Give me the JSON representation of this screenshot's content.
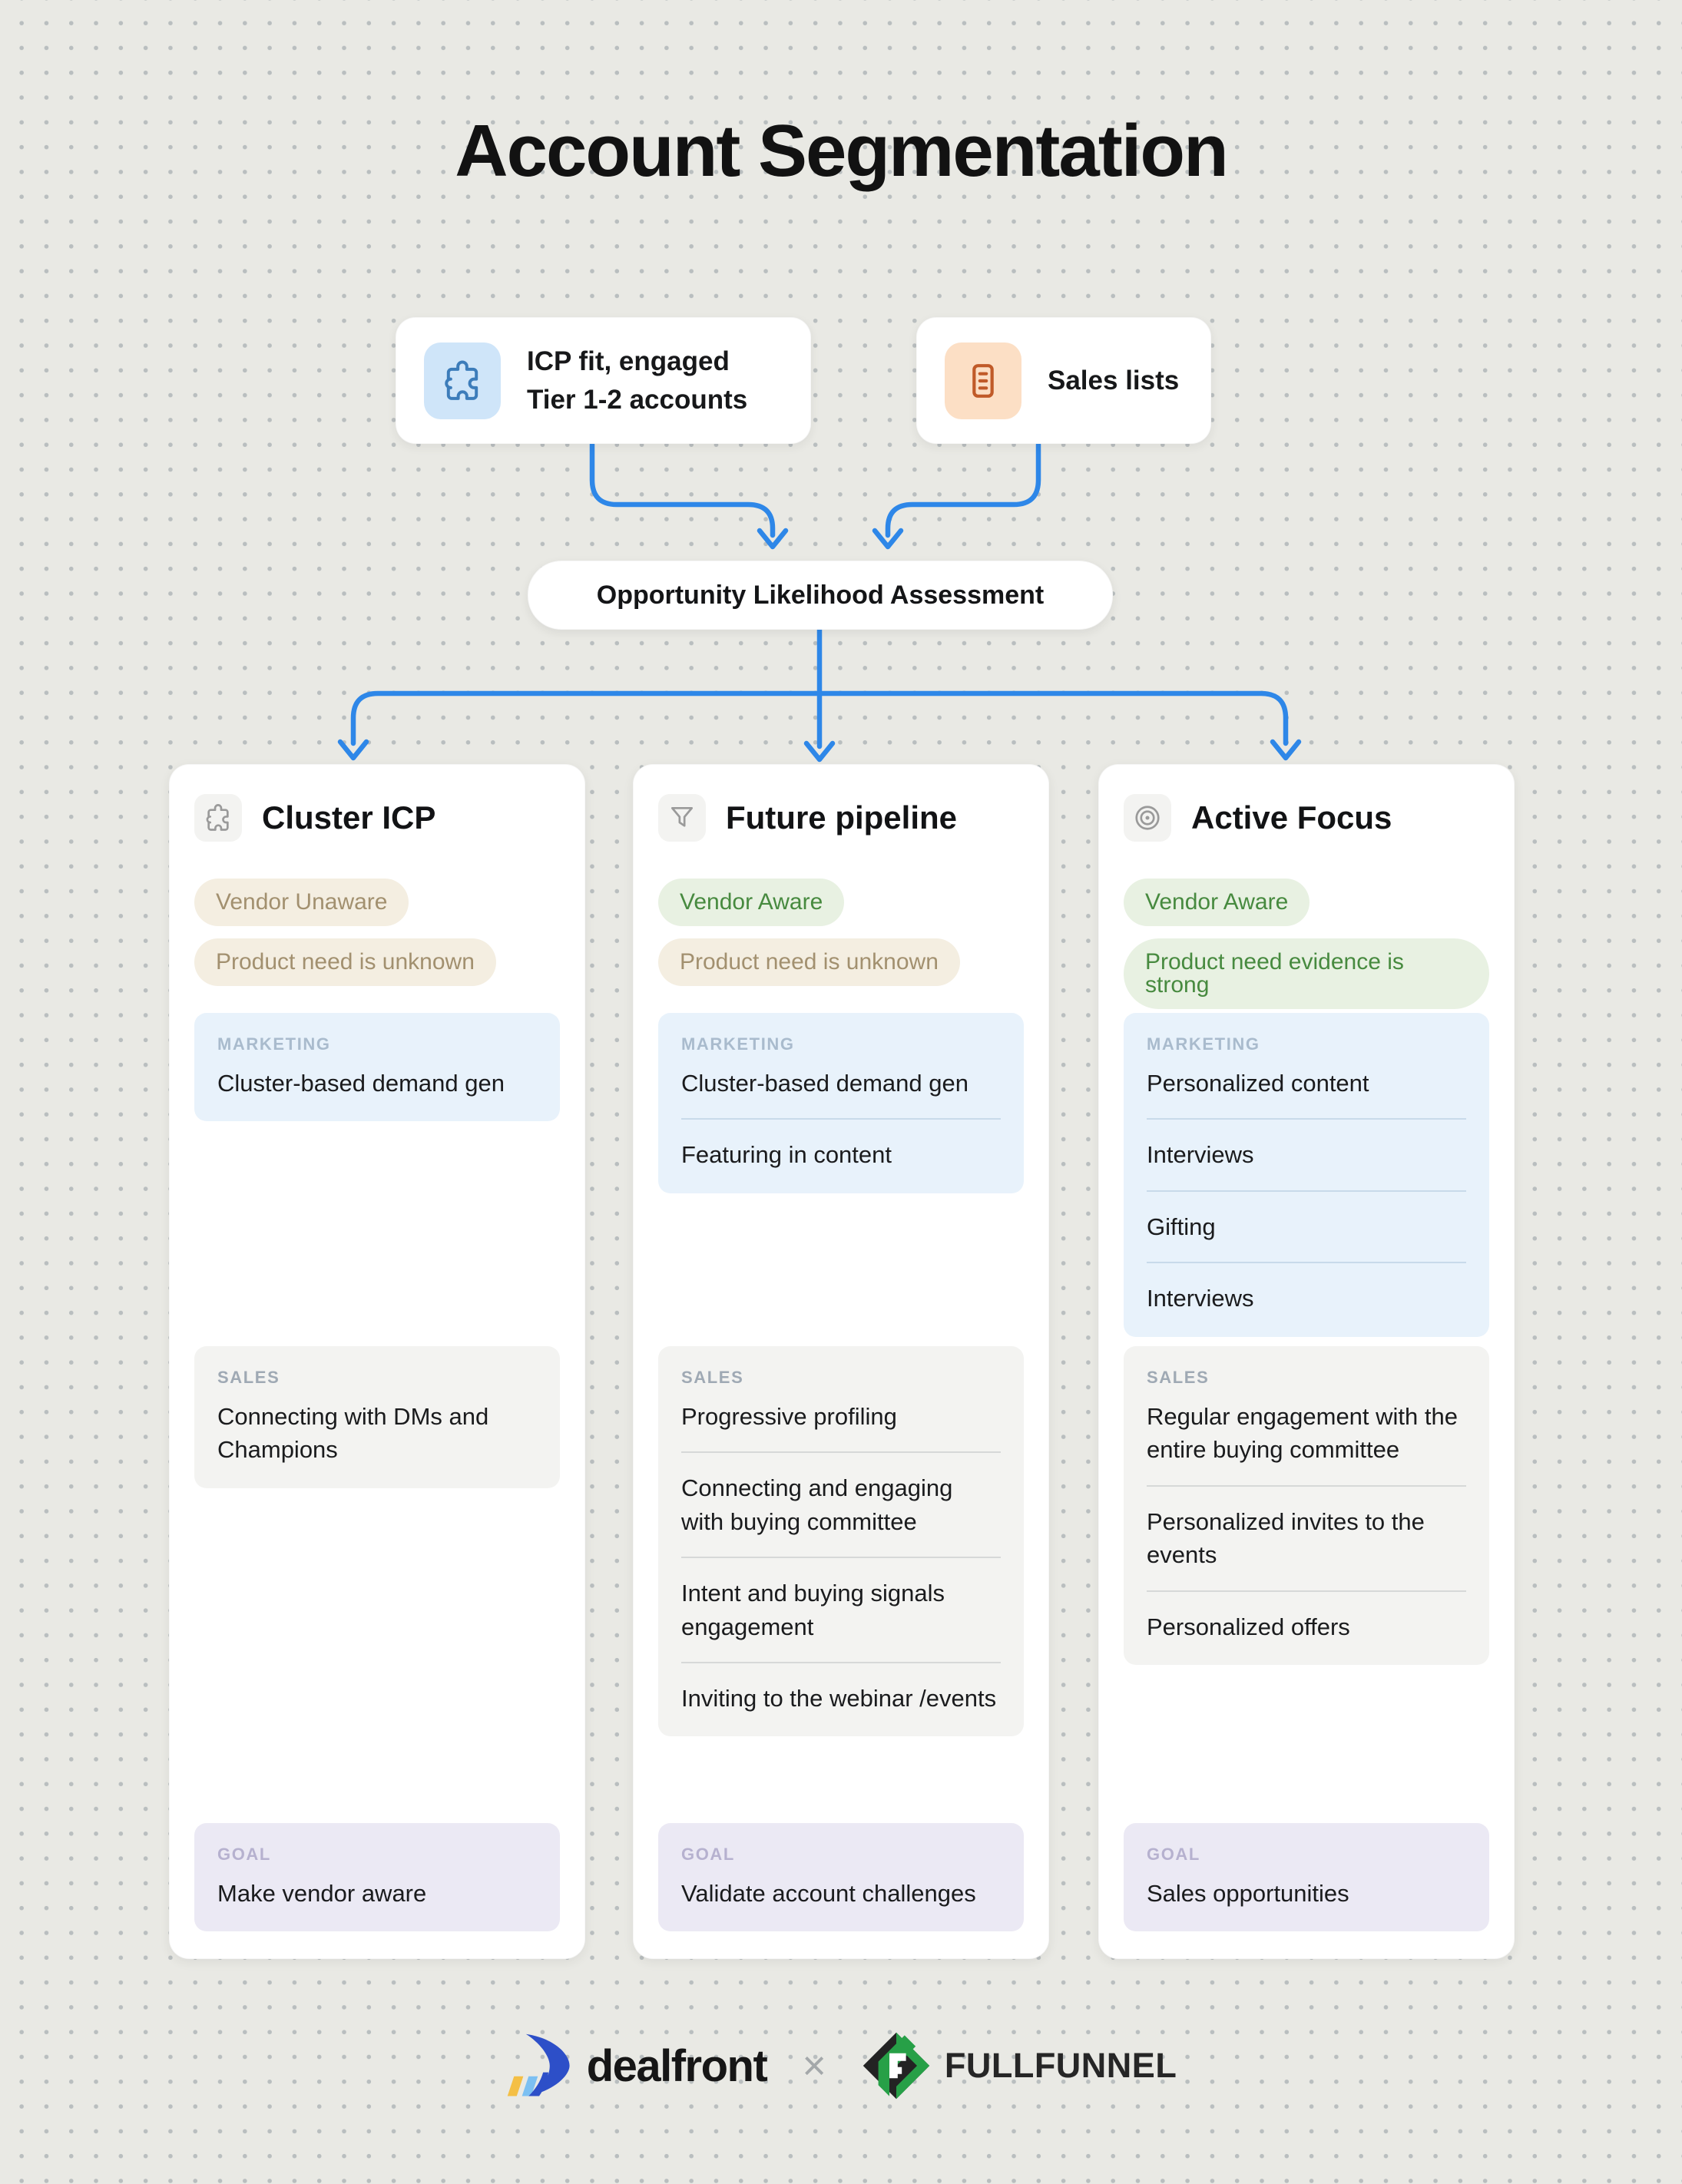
{
  "page": {
    "title": "Account Segmentation"
  },
  "sources": [
    {
      "label": "ICP fit, engaged\nTier 1-2 accounts",
      "icon": "puzzle-icon"
    },
    {
      "label": "Sales lists",
      "icon": "sales-list-icon"
    }
  ],
  "assessment": {
    "label": "Opportunity Likelihood Assessment"
  },
  "columns": [
    {
      "title": "Cluster ICP",
      "icon": "puzzle-icon",
      "badges": [
        {
          "text": "Vendor Unaware",
          "style": "beige"
        },
        {
          "text": "Product need is unknown",
          "style": "beige"
        }
      ],
      "marketing": {
        "label": "MARKETING",
        "items": [
          "Cluster-based demand gen"
        ]
      },
      "sales": {
        "label": "SALES",
        "items": [
          "Connecting with DMs and Champions"
        ]
      },
      "goal": {
        "label": "GOAL",
        "items": [
          "Make vendor aware"
        ]
      }
    },
    {
      "title": "Future pipeline",
      "icon": "funnel-icon",
      "badges": [
        {
          "text": "Vendor Aware",
          "style": "green"
        },
        {
          "text": "Product need is unknown",
          "style": "beige"
        }
      ],
      "marketing": {
        "label": "MARKETING",
        "items": [
          "Cluster-based demand gen",
          "Featuring in content"
        ]
      },
      "sales": {
        "label": "SALES",
        "items": [
          "Progressive profiling",
          "Connecting and engaging with buying committee",
          "Intent and buying signals engagement",
          "Inviting to the webinar /events"
        ]
      },
      "goal": {
        "label": "GOAL",
        "items": [
          "Validate account challenges"
        ]
      }
    },
    {
      "title": "Active Focus",
      "icon": "target-icon",
      "badges": [
        {
          "text": "Vendor Aware",
          "style": "green"
        },
        {
          "text": "Product need evidence is strong",
          "style": "green"
        }
      ],
      "marketing": {
        "label": "MARKETING",
        "items": [
          "Personalized content",
          "Interviews",
          "Gifting",
          "Interviews"
        ]
      },
      "sales": {
        "label": "SALES",
        "items": [
          "Regular engagement with the entire buying committee",
          "Personalized invites to the events",
          "Personalized offers"
        ]
      },
      "goal": {
        "label": "GOAL",
        "items": [
          "Sales opportunities"
        ]
      }
    }
  ],
  "footer": {
    "brand1": "dealfront",
    "separator": "×",
    "brand2": "FULLFUNNEL"
  },
  "colors": {
    "background": "#e9e9e4",
    "arrow_blue": "#2e87e8",
    "badge_beige_bg": "#f4eee1",
    "badge_beige_text": "#a2906f",
    "badge_green_bg": "#e8f1e2",
    "badge_green_text": "#478a3f",
    "marketing_bg": "#e8f2fb",
    "sales_bg": "#f3f3f1",
    "goal_bg": "#ebe9f4",
    "icp_icon_bg": "#cfe5f9",
    "icp_icon": "#3c7cba",
    "sales_lists_icon_bg": "#fcdfc5",
    "sales_lists_icon": "#c05a28",
    "card_icon_gray": "#9a9a9a",
    "dealfront_blue": "#2d4fc8",
    "dealfront_yellow": "#f4bf45",
    "dealfront_lightblue": "#7cc0f2",
    "fullfunnel_green": "#27a047",
    "fullfunnel_black": "#232323"
  }
}
